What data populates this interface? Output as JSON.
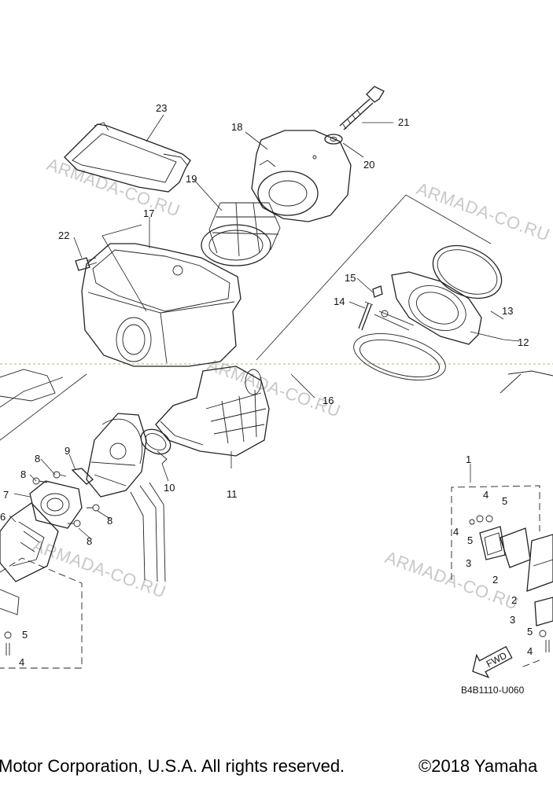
{
  "diagram": {
    "watermark": "ARMADA-CO.RU",
    "catalog_code": "B4B1110-U060",
    "fwd_label": "FWD",
    "callouts": [
      "1",
      "2",
      "3",
      "4",
      "5",
      "6",
      "7",
      "8",
      "9",
      "10",
      "11",
      "12",
      "13",
      "14",
      "15",
      "16",
      "17",
      "18",
      "19",
      "20",
      "21",
      "22",
      "23"
    ]
  },
  "footer": {
    "rights": "Motor Corporation, U.S.A. All rights reserved.",
    "copyright": "©2018 Yamaha"
  }
}
